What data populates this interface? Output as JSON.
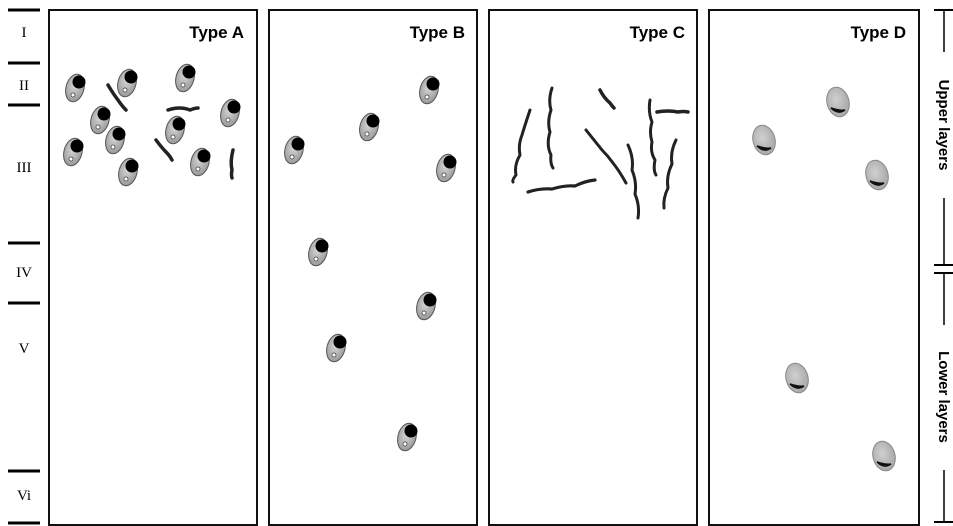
{
  "layers": [
    "I",
    "II",
    "III",
    "IV",
    "V",
    "Vi"
  ],
  "panels": [
    {
      "title": "Type A"
    },
    {
      "title": "Type B"
    },
    {
      "title": "Type C"
    },
    {
      "title": "Type D"
    }
  ],
  "side_labels": {
    "upper": "Upper layers",
    "lower": "Lower layers"
  }
}
